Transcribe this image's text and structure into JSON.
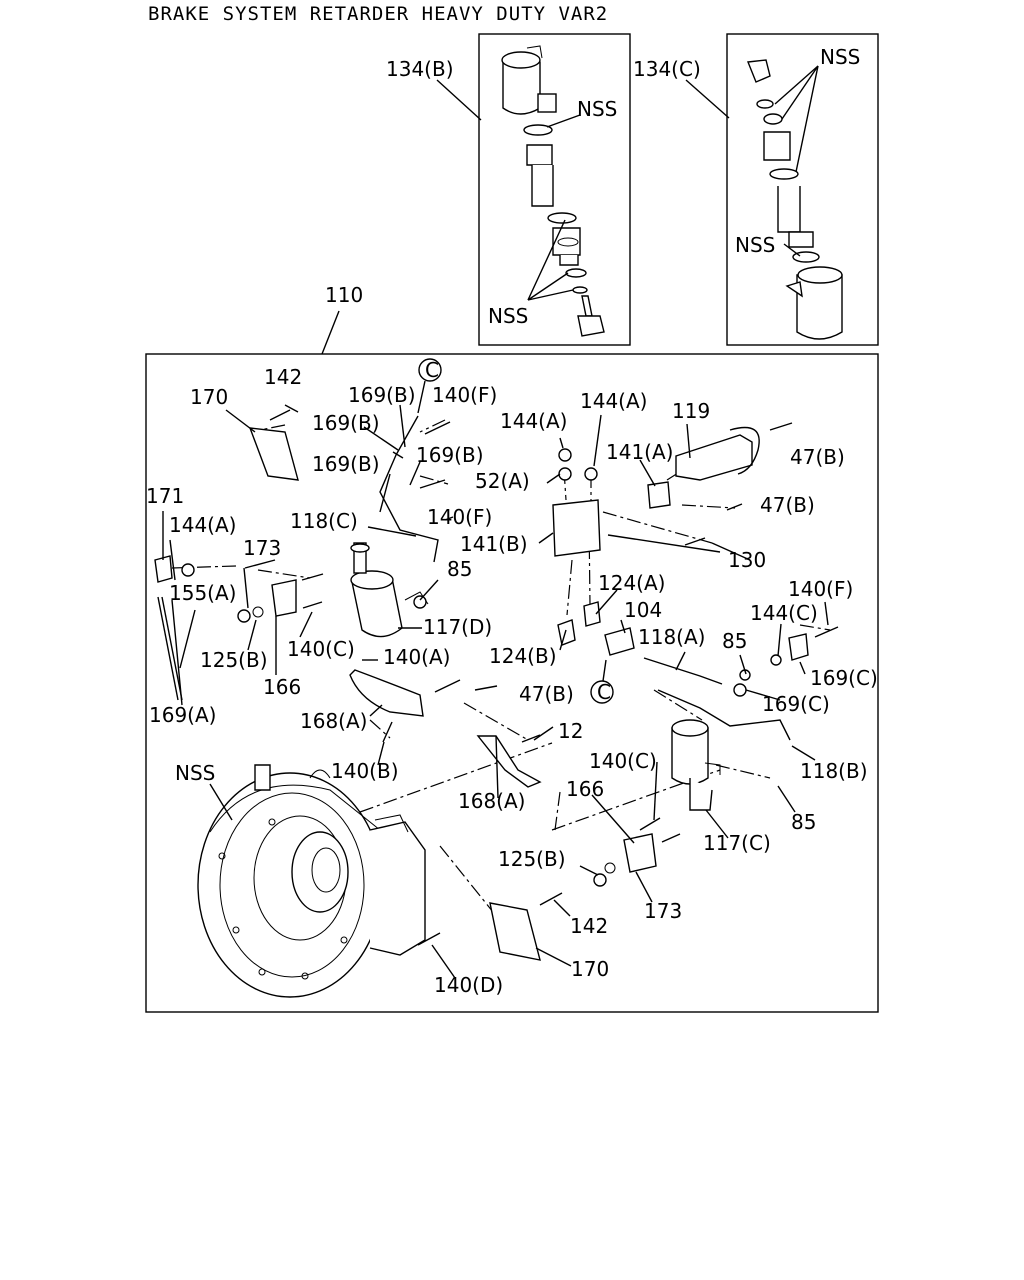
{
  "title": "BRAKE SYSTEM RETARDER HEAVY DUTY VAR2",
  "labels": {
    "l134b": "134(B)",
    "l134c": "134(C)",
    "nss_b1": "NSS",
    "nss_b2": "NSS",
    "nss_c1": "NSS",
    "nss_c2": "NSS",
    "nss_main": "NSS",
    "l110": "110",
    "l142a": "142",
    "l170a": "170",
    "l169b1": "169(B)",
    "l169b2": "169(B)",
    "l169b3": "169(B)",
    "l169b4": "169(B)",
    "c1": "C",
    "c2": "C",
    "l140f1": "140(F)",
    "l140f2": "140(F)",
    "l140f3": "140(F)",
    "l144a1": "144(A)",
    "l144a2": "144(A)",
    "l144a3": "144(A)",
    "l119": "119",
    "l47b1": "47(B)",
    "l47b2": "47(B)",
    "l47b3": "47(B)",
    "l52a": "52(A)",
    "l141a": "141(A)",
    "l141b": "141(B)",
    "l171": "171",
    "l118c": "118(C)",
    "l173a": "173",
    "l130": "130",
    "l85a": "85",
    "l85b": "85",
    "l85c": "85",
    "l155a": "155(A)",
    "l124a": "124(A)",
    "l104": "104",
    "l117d": "117(D)",
    "l125b1": "125(B)",
    "l140c1": "140(C)",
    "l140c2": "140(C)",
    "l140a": "140(A)",
    "l124b": "124(B)",
    "l118a": "118(A)",
    "l144c": "144(C)",
    "l169c1": "169(C)",
    "l169c2": "169(C)",
    "l166a": "166",
    "l166b": "166",
    "l169a": "169(A)",
    "l168a1": "168(A)",
    "l168a2": "168(A)",
    "l12": "12",
    "l140b": "140(B)",
    "l118b": "118(B)",
    "l117c": "117(C)",
    "l125b2": "125(B)",
    "l173b": "173",
    "l142b": "142",
    "l170b": "170",
    "l140d": "140(D)"
  }
}
